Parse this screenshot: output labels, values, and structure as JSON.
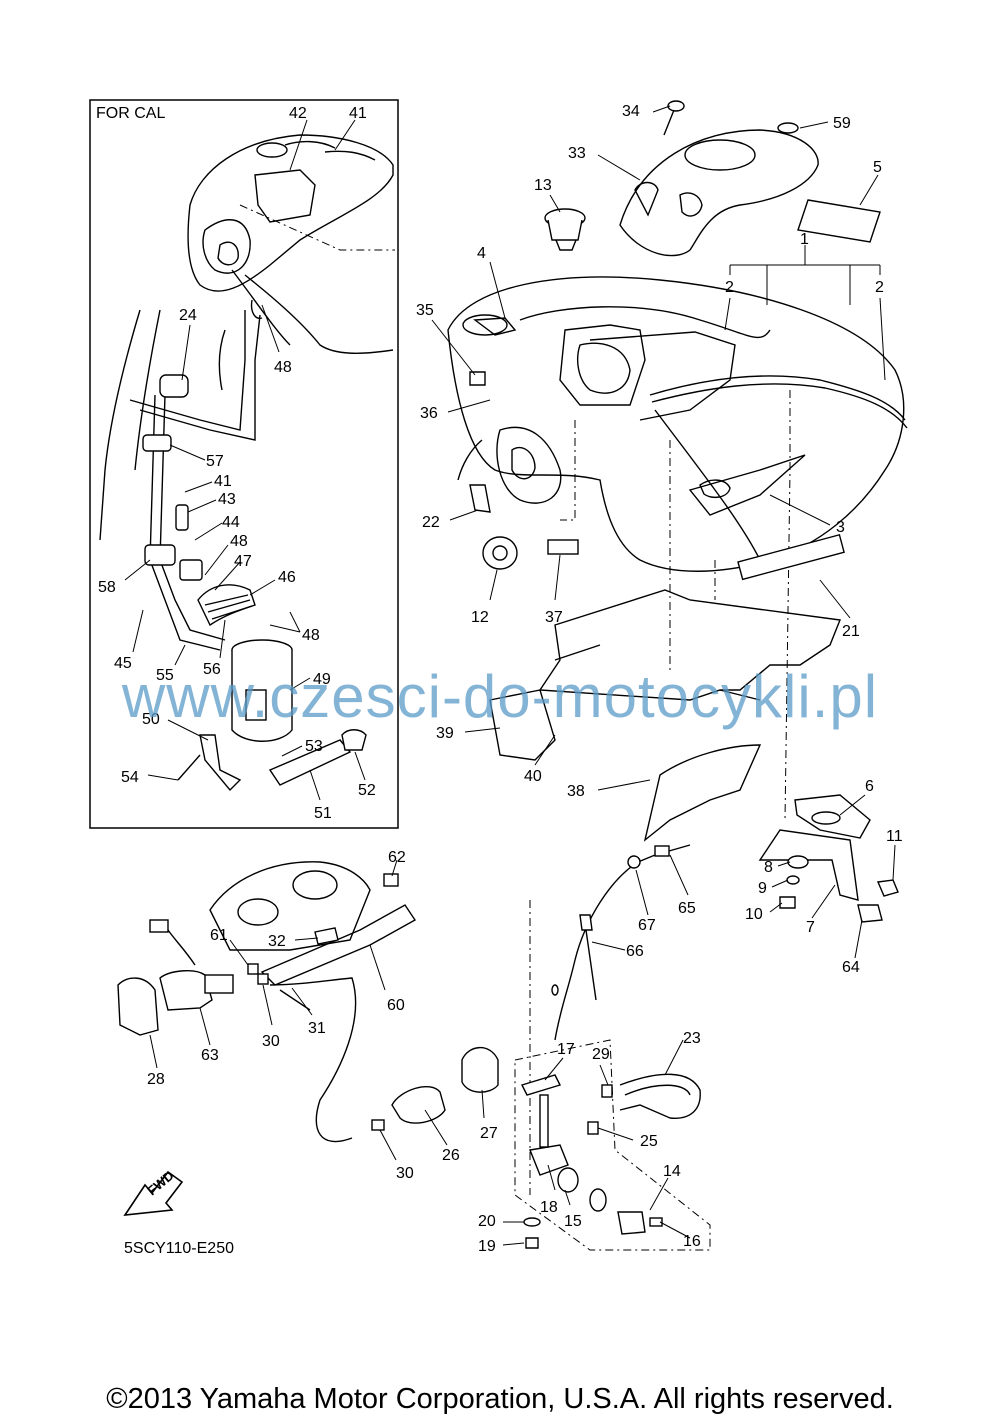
{
  "inset": {
    "title": "FOR CAL"
  },
  "diagram_code": "5SCY110-E250",
  "fwd_label": "FWD",
  "watermark": "www.czesci-do-motocykli.pl",
  "copyright": "©2013 Yamaha Motor Corporation, U.S.A. All rights reserved.",
  "part_labels": [
    "1",
    "2",
    "2",
    "3",
    "4",
    "5",
    "6",
    "7",
    "8",
    "9",
    "10",
    "11",
    "12",
    "13",
    "14",
    "15",
    "16",
    "17",
    "18",
    "19",
    "20",
    "21",
    "22",
    "23",
    "24",
    "25",
    "26",
    "27",
    "28",
    "29",
    "30",
    "30",
    "31",
    "32",
    "33",
    "34",
    "35",
    "36",
    "37",
    "38",
    "39",
    "40",
    "41",
    "41",
    "42",
    "43",
    "44",
    "45",
    "46",
    "47",
    "48",
    "48",
    "48",
    "49",
    "50",
    "51",
    "52",
    "53",
    "54",
    "55",
    "56",
    "57",
    "58",
    "59",
    "60",
    "61",
    "62",
    "63",
    "64",
    "65",
    "66",
    "67"
  ]
}
